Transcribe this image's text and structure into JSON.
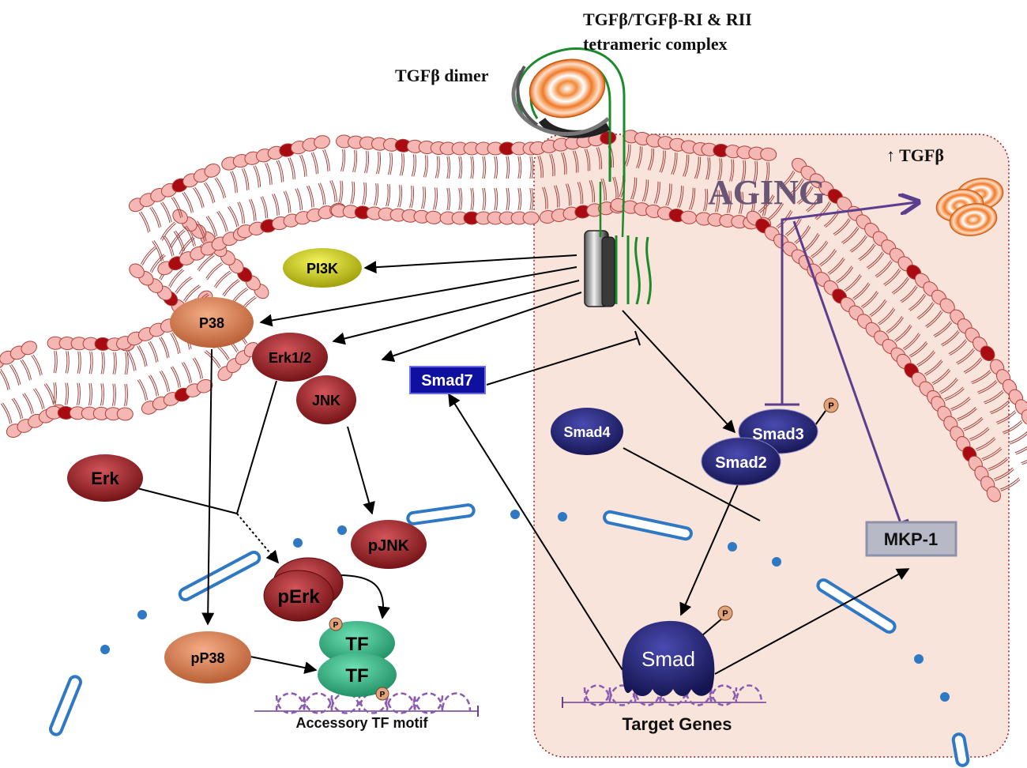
{
  "complex_label_line1": "TGFβ/TGFβ-RI & RII",
  "complex_label_line2": "tetrameric complex",
  "dimer_label": "TGFβ dimer",
  "aging_label": "AGING",
  "tgfb_up_label": "↑ TGFβ",
  "nodes": {
    "pi3k": "PI3K",
    "p38": "P38",
    "erk12": "Erk1/2",
    "jnk": "JNK",
    "erk": "Erk",
    "pjnk": "pJNK",
    "perk": "pErk",
    "pp38": "pP38",
    "tf_top": "TF",
    "tf_bottom": "TF",
    "smad7": "Smad7",
    "smad4": "Smad4",
    "smad3": "Smad3",
    "smad2": "Smad2",
    "smad": "Smad",
    "mkp1": "MKP-1"
  },
  "phospho_label": "P",
  "accessory_motif_label": "Accessory TF motif",
  "target_genes_label": "Target Genes",
  "colors": {
    "membrane_head": "#f4b7b3",
    "membrane_head_dark": "#a80c12",
    "aging_box_fill": "#f8e4db",
    "aging_box_stroke": "#9b1c1c",
    "aging_text": "#6b5577",
    "aging_arrow": "#5b3f8e",
    "pi3k": "#d8d81a",
    "p38": "#d9805a",
    "erk": "#a5282b",
    "smad_dark": "#2a2a6e",
    "smad7_box": "#1010a0",
    "tf": "#39b78a",
    "mkp1_box": "#b7b9c7",
    "vesicle": "#2e78c4"
  }
}
